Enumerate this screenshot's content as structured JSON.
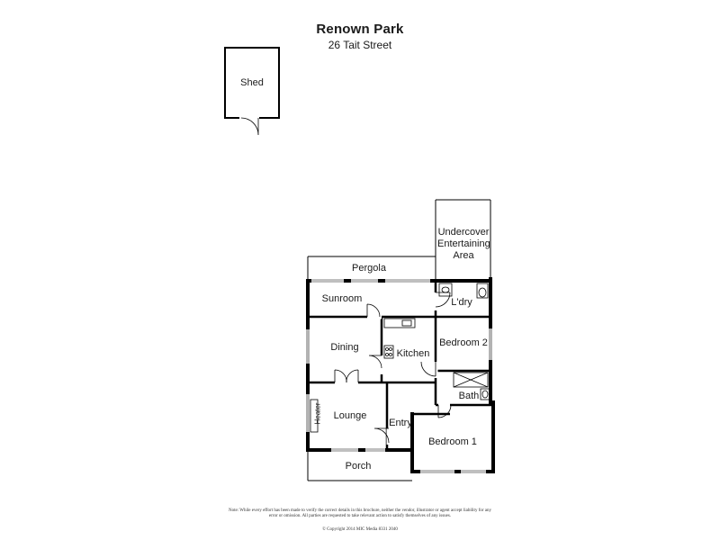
{
  "header": {
    "title": "Renown Park",
    "address": "26 Tait Street"
  },
  "rooms": {
    "shed": "Shed",
    "undercover": "Undercover Entertaining Area",
    "pergola": "Pergola",
    "sunroom": "Sunroom",
    "laundry": "L'dry",
    "dining": "Dining",
    "kitchen": "Kitchen",
    "bedroom2": "Bedroom 2",
    "bath": "Bath",
    "lounge": "Lounge",
    "heater": "Heater",
    "entry": "Entry",
    "bedroom1": "Bedroom 1",
    "porch": "Porch"
  },
  "footer": {
    "disclaimer": "Note: While every effort has been made to verify the correct details in this brochure, neither the vendor, illustrator or agent accept liability for any error or omission. All parties are requested to take relevant action to satisfy themselves of any issues.",
    "copyright": "© Copyright 2014 MIC Media 8331 2040"
  }
}
